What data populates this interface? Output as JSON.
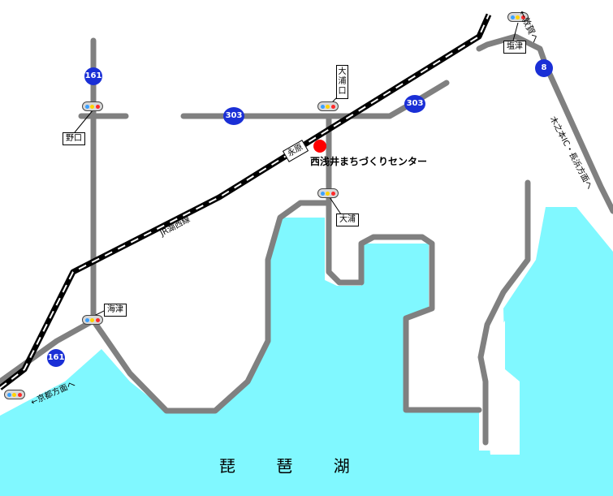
{
  "colors": {
    "lake": "#80f8ff",
    "road": "#808080",
    "railway": "#000000",
    "marker": "#ff0000",
    "route_shield": "#1a2fd6"
  },
  "lake_name": "琵 琶 湖",
  "center_name": "西浅井まちづくりセンター",
  "stations": {
    "nagahara": "永原"
  },
  "railway_name": "JR湖西線",
  "routes": {
    "r161_north": "161",
    "r161_south": "161",
    "r303_west": "303",
    "r303_east": "303",
    "r8": "8"
  },
  "places": {
    "noguchi": "野口",
    "oura_guchi": "大浦口",
    "oura": "大浦",
    "kaizu": "海津",
    "shiotsu": "塩津"
  },
  "directions": {
    "north": "←敦賀へ",
    "kyoto": "←京都方面へ",
    "kinomoto": "木之本IC・長浜方面へ"
  },
  "icons": [
    "traffic-signal-icon",
    "location-marker-icon",
    "route-shield-icon"
  ]
}
